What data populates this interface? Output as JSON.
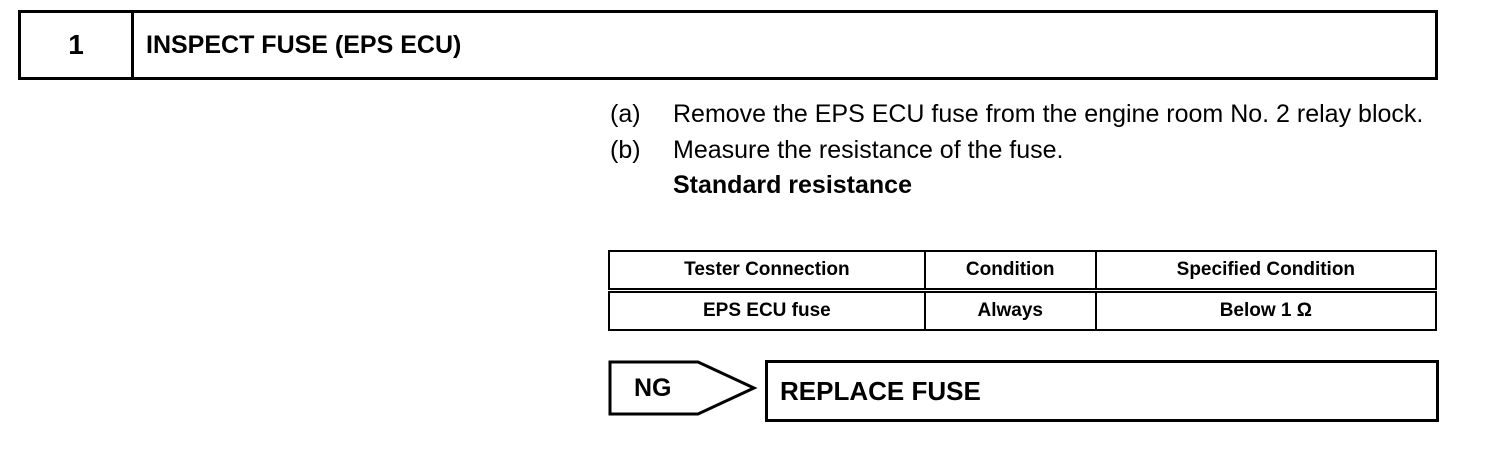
{
  "step": {
    "number": "1",
    "title": "INSPECT FUSE (EPS ECU)"
  },
  "instructions": [
    {
      "letter": "(a)",
      "text": "Remove the EPS ECU fuse from the engine room No. 2 relay block."
    },
    {
      "letter": "(b)",
      "text": "Measure the resistance of the fuse."
    }
  ],
  "standard_label": "Standard resistance",
  "table": {
    "headers": [
      "Tester Connection",
      "Condition",
      "Specified Condition"
    ],
    "rows": [
      [
        "EPS ECU fuse",
        "Always",
        "Below 1 Ω"
      ]
    ]
  },
  "ng_result": {
    "label": "NG",
    "action": "REPLACE FUSE"
  }
}
